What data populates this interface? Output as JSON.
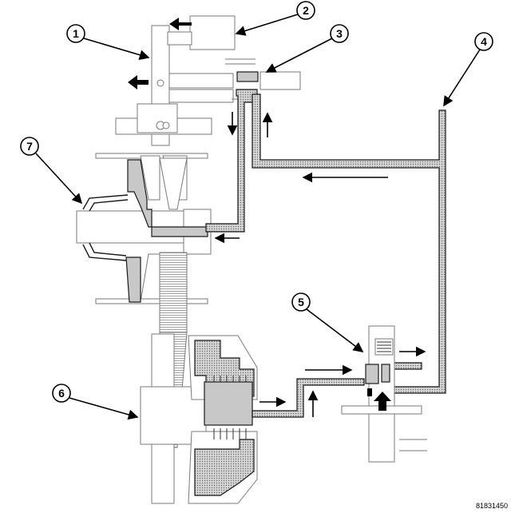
{
  "figure_id": "81831450",
  "callouts": [
    {
      "number": "1"
    },
    {
      "number": "2"
    },
    {
      "number": "3"
    },
    {
      "number": "4"
    },
    {
      "number": "5"
    },
    {
      "number": "6"
    },
    {
      "number": "7"
    }
  ],
  "colors": {
    "line": "#1a1a1a",
    "outline": "#7a7a7a",
    "fluid_fill": "#c8c8c8",
    "background": "#ffffff"
  }
}
